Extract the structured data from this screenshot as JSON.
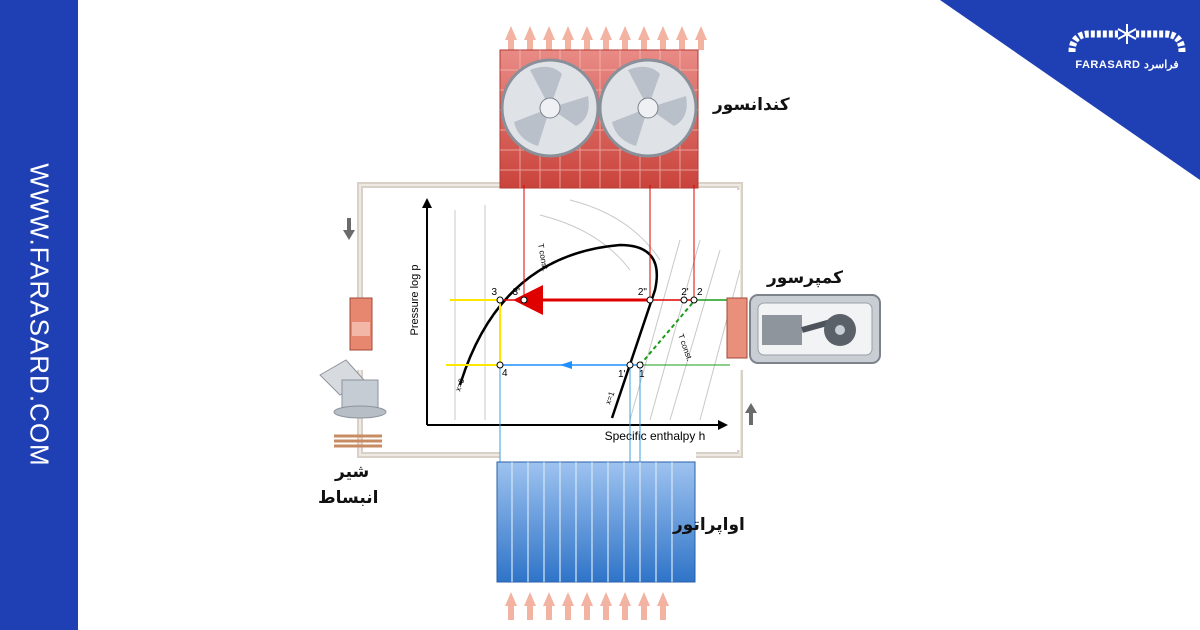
{
  "site": {
    "url_vertical": "WWW.FARASARD.COM"
  },
  "brand": {
    "logo_text": "FARASARD فراسرد"
  },
  "components": {
    "condenser": "کندانسور",
    "compressor": "کمپرسور",
    "evaporator": "اواپراتور",
    "expansion_valve_line1": "شیر",
    "expansion_valve_line2": "انبساط"
  },
  "diagram": {
    "y_axis_label": "Pressure log p",
    "x_axis_label": "Specific enthalpy h",
    "point_labels": [
      "3",
      "3'",
      "2\"",
      "2'",
      "2",
      "4",
      "1'",
      "1"
    ],
    "t_const_labels": [
      "T const.",
      "T const."
    ],
    "curve_labels": [
      "x=0",
      "x=1"
    ]
  },
  "colors": {
    "brand_blue": "#1f40b4",
    "high_pressure_line": "#e00000",
    "low_pressure_line": "#1e90ff",
    "condensing_marker": "#ffe600",
    "superheat_line": "#1a9c1a"
  }
}
